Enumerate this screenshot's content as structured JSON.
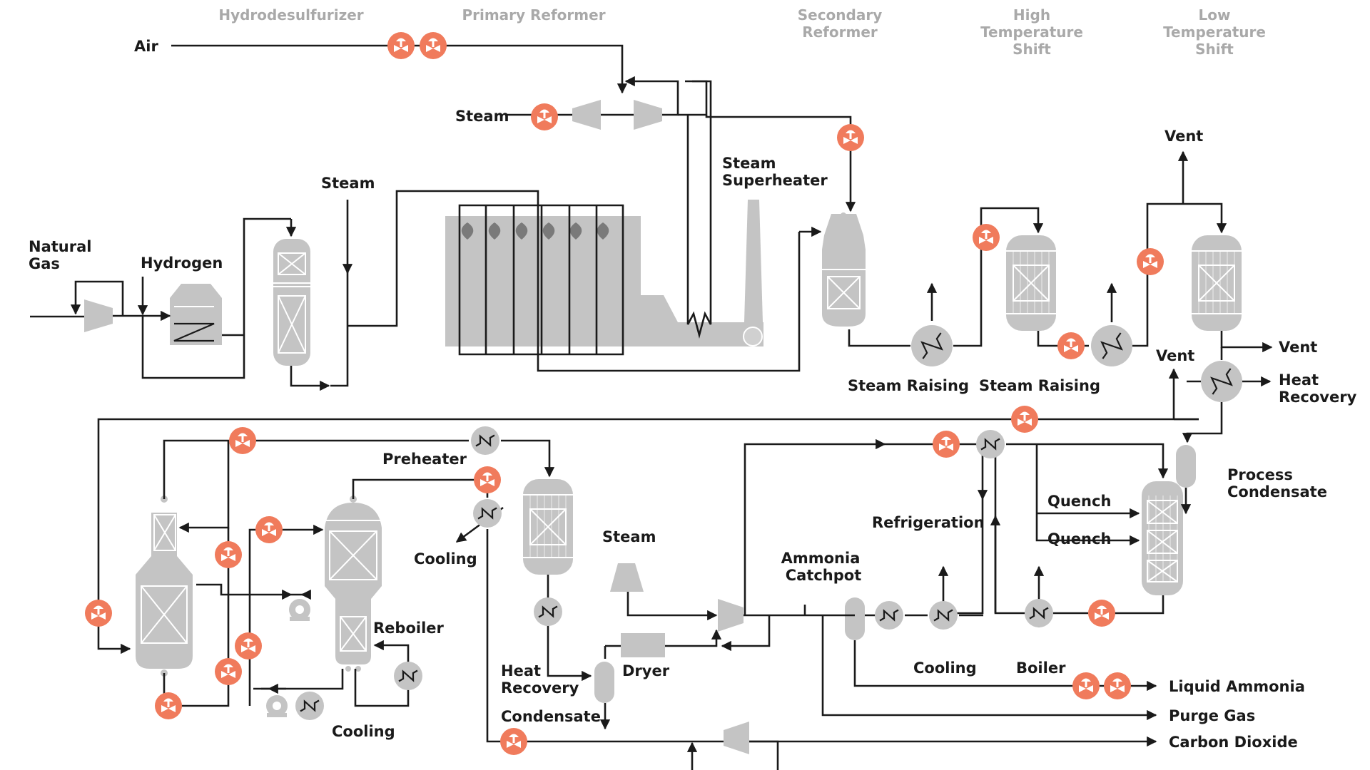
{
  "colors": {
    "line": "#1a1a1a",
    "equipment": "#c4c4c4",
    "valve": "#f07b5c",
    "header_text": "#a9a9a9",
    "background": "#ffffff"
  },
  "headers": {
    "hydrodesulfurizer": "Hydrodesulfurizer",
    "primary_reformer": "Primary Reformer",
    "secondary_reformer": [
      "Secondary",
      "Reformer"
    ],
    "high_temperature_shift": [
      "High",
      "Temperature",
      "Shift"
    ],
    "low_temperature_shift": [
      "Low",
      "Temperature",
      "Shift"
    ]
  },
  "labels": {
    "air": "Air",
    "steam_top": "Steam",
    "steam_reformer": "Steam",
    "natural_gas": [
      "Natural",
      "Gas"
    ],
    "hydrogen": "Hydrogen",
    "steam_superheater": [
      "Steam",
      "Superheater"
    ],
    "vent_top": "Vent",
    "vent_right": "Vent",
    "vent_mid": "Vent",
    "heat_recovery_right": [
      "Heat",
      "Recovery"
    ],
    "steam_raising_1": "Steam Raising",
    "steam_raising_2": "Steam Raising",
    "process_condensate": [
      "Process",
      "Condensate"
    ],
    "preheater": "Preheater",
    "cooling_mid": "Cooling",
    "reboiler": "Reboiler",
    "cooling_bottom": "Cooling",
    "steam_dryer": "Steam",
    "heat_recovery_left": [
      "Heat",
      "Recovery"
    ],
    "dryer": "Dryer",
    "condensate": "Condensate",
    "ammonia_catchpot": [
      "Ammonia",
      "Catchpot"
    ],
    "refrigeration": "Refrigeration",
    "quench_1": "Quench",
    "quench_2": "Quench",
    "cooling_loop": "Cooling",
    "boiler": "Boiler",
    "liquid_ammonia": "Liquid Ammonia",
    "purge_gas": "Purge Gas",
    "carbon_dioxide": "Carbon Dioxide"
  },
  "icons": {
    "valve": "control-valve-icon",
    "compressor": "compressor-icon",
    "heat_exchanger": "heat-exchanger-icon",
    "pump": "pump-icon",
    "burner": "flame-icon",
    "arrow": "flow-arrow-icon"
  }
}
